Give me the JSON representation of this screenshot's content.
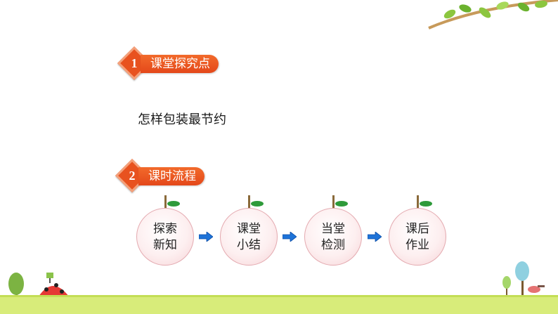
{
  "sections": [
    {
      "number": "1",
      "title": "课堂探究点"
    },
    {
      "number": "2",
      "title": "课时流程"
    }
  ],
  "topic": "怎样包装最节约",
  "flow": [
    {
      "line1": "探索",
      "line2": "新知"
    },
    {
      "line1": "课堂",
      "line2": "小结"
    },
    {
      "line1": "当堂",
      "line2": "检测"
    },
    {
      "line1": "课后",
      "line2": "作业"
    }
  ],
  "colors": {
    "accent": "#e8521f",
    "leaf": "#2e9a3a",
    "arrow": "#1e73d8",
    "grass": "#d8ec7a"
  }
}
